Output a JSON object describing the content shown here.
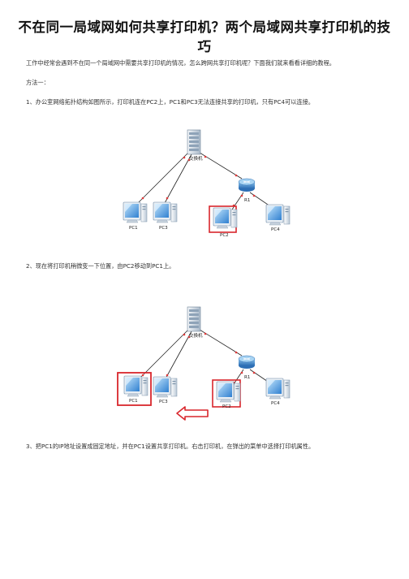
{
  "article": {
    "title": "不在同一局域网如何共享打印机？两个局域网共享打印机的技巧",
    "intro": "工作中经常会遇到不在同一个局域网中需要共享打印机的情况，怎么跨网共享打印机呢？下面我们就来看看详细的教程。",
    "method": "方法一：",
    "step1": "1、办公室网络拓扑结构如图所示，打印机连在PC2上，PC1和PC3无法连接共享的打印机，只有PC4可以连接。",
    "step2": "2、现在将打印机稍微变一下位置，由PC2移动到PC1上。",
    "step3": "3、把PC1的IP地址设置成固定地址，并在PC1设置共享打印机。右击打印机，在弹出的菜单中选择打印机属性。"
  },
  "diagram": {
    "switch_label": "交换机",
    "router_label": "R1",
    "pc1_label": "PC1",
    "pc2_label": "PC2",
    "pc3_label": "PC3",
    "pc4_label": "PC4"
  },
  "colors": {
    "highlight": "#d9262c",
    "link_dot": "#e03a3a",
    "device_blue": "#3f86c7"
  }
}
